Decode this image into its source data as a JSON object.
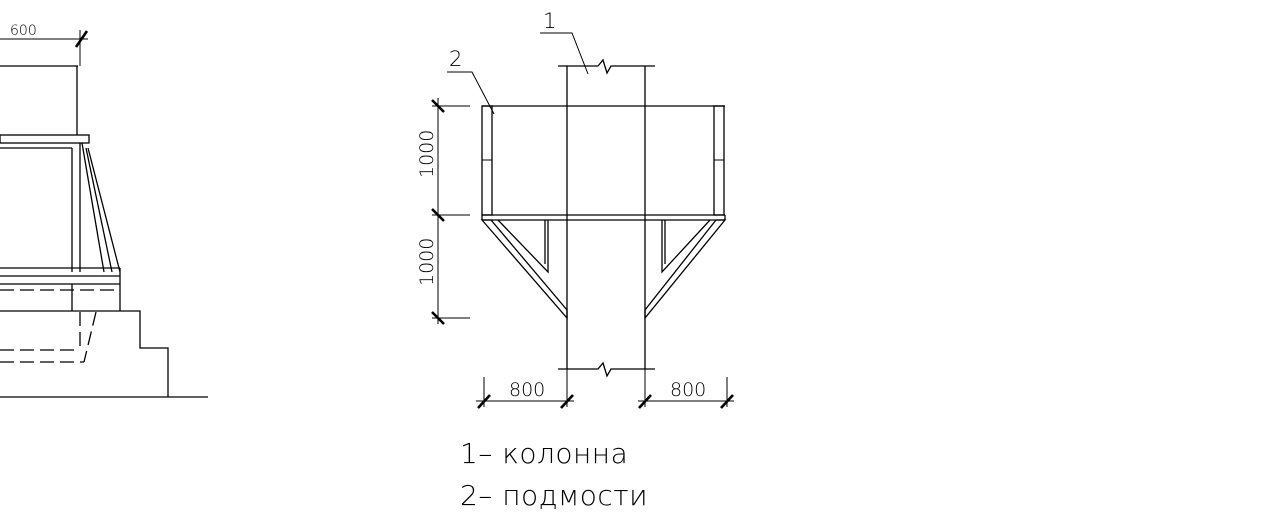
{
  "left_view": {
    "dim_top": "600"
  },
  "main_view": {
    "callout_column": "1",
    "callout_scaffold": "2",
    "dim_vertical_upper": "1000",
    "dim_vertical_lower": "1000",
    "dim_horizontal_left": "800",
    "dim_horizontal_right": "800"
  },
  "legend": {
    "item1": "1– колонна",
    "item2": "2– подмости"
  }
}
